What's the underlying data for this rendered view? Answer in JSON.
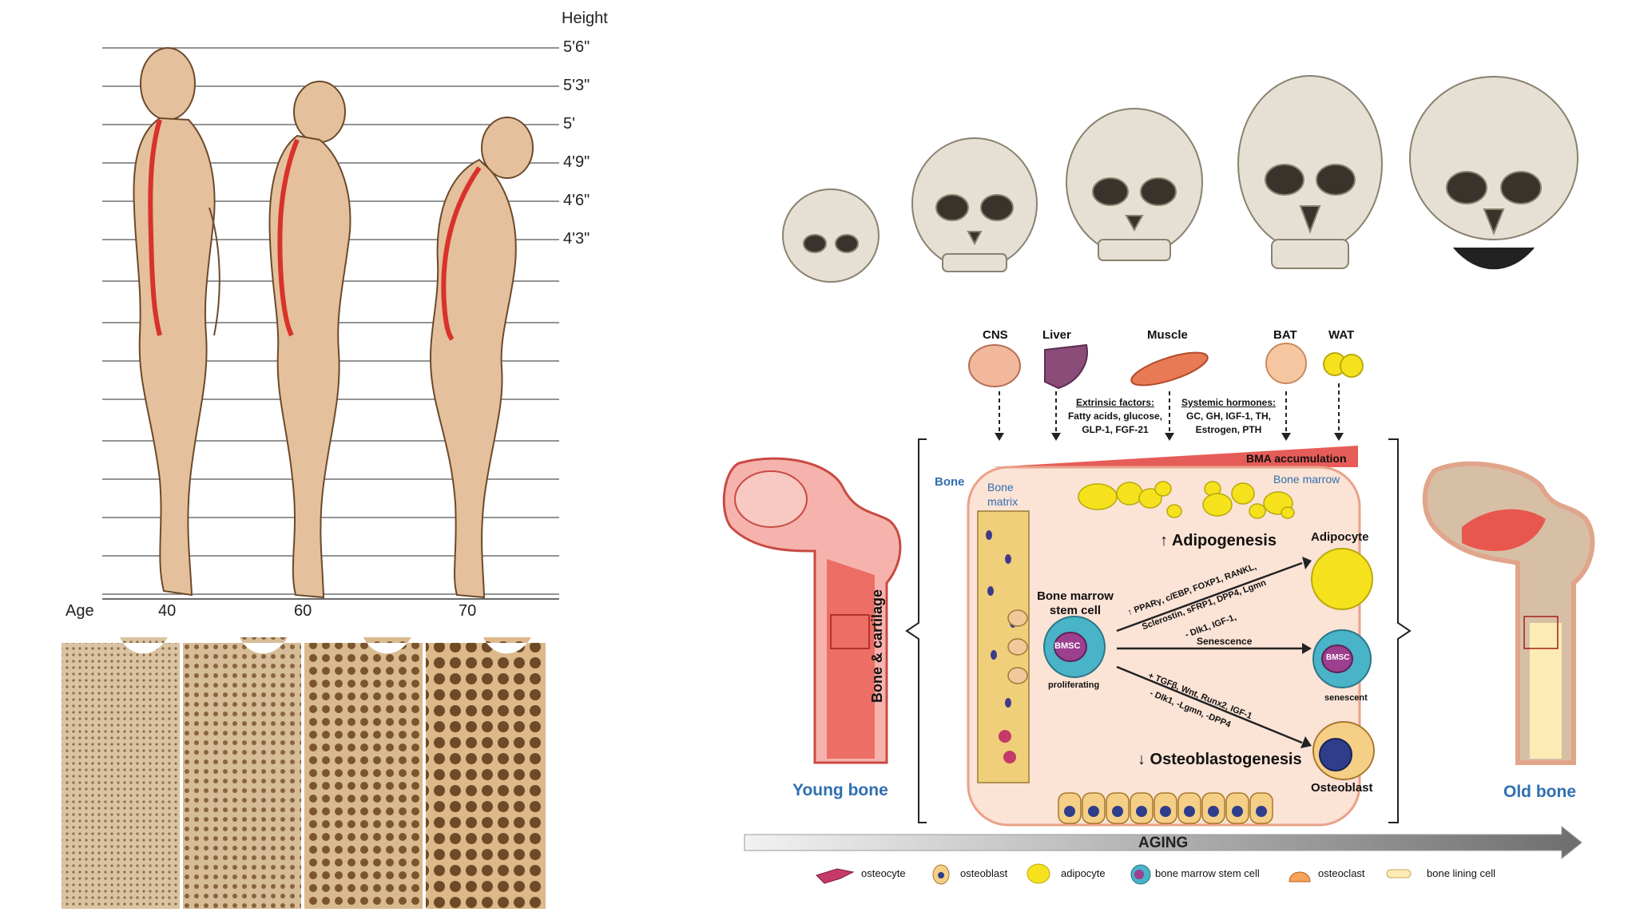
{
  "height_chart": {
    "height_label": "Height",
    "ticks": [
      "5'6\"",
      "5'3\"",
      "5'",
      "4'9\"",
      "4'6\"",
      "4'3\""
    ],
    "age_label": "Age",
    "ages": [
      "40",
      "60",
      "70"
    ]
  },
  "organs": {
    "cns": "CNS",
    "liver": "Liver",
    "muscle": "Muscle",
    "bat": "BAT",
    "wat": "WAT"
  },
  "factors": {
    "extrinsic_title": "Extrinsic factors:",
    "extrinsic_line1": "Fatty acids, glucose,",
    "extrinsic_line2": "GLP-1, FGF-21",
    "systemic_title": "Systemic hormones:",
    "systemic_line1": "GC, GH, IGF-1, TH,",
    "systemic_line2": "Estrogen, PTH"
  },
  "diagram": {
    "bma": "BMA accumulation",
    "bone": "Bone",
    "bone_matrix_1": "Bone",
    "bone_matrix_2": "matrix",
    "bone_marrow": "Bone marrow",
    "bone_cartilage": "Bone & cartilage",
    "adipogenesis": "↑ Adipogenesis",
    "adipocyte": "Adipocyte",
    "bmsc_title_1": "Bone marrow",
    "bmsc_title_2": "stem cell",
    "bmsc": "BMSC",
    "proliferating": "proliferating",
    "up_factors_1": "↑ PPARγ, c/EBP, FOXP1, RANKL,",
    "up_factors_2": "Sclerostin, sFRP1, DPP4, Lgmn",
    "up_factors_3": "- Dlk1, IGF-1,",
    "senescence": "Senescence",
    "senescent": "senescent",
    "down_factors_1": "+ TGFβ, Wnt, Runx2, IGF-1",
    "down_factors_2": "- Dlk1, -Lgmn, -DPP4",
    "osteoblastogenesis": "↓ Osteoblastogenesis",
    "osteoblast": "Osteoblast",
    "young_bone": "Young bone",
    "old_bone": "Old bone",
    "aging": "AGING"
  },
  "legend": [
    {
      "label": "osteocyte",
      "icon": "osteocyte-icon"
    },
    {
      "label": "osteoblast",
      "icon": "osteoblast-icon"
    },
    {
      "label": "adipocyte",
      "icon": "adipocyte-icon"
    },
    {
      "label": "bone marrow stem cell",
      "icon": "bmsc-icon"
    },
    {
      "label": "osteoclast",
      "icon": "osteoclast-icon"
    },
    {
      "label": "bone lining cell",
      "icon": "lining-cell-icon"
    }
  ],
  "colors": {
    "bone_red": "#e8574e",
    "marrow_bg": "#fbe3d6",
    "adipocyte": "#f6e21c",
    "bmsc_teal": "#49b3c8",
    "bmsc_purple": "#9c3f8f",
    "accent_blue": "#2f6fb0",
    "skin": "#e5c09c"
  }
}
